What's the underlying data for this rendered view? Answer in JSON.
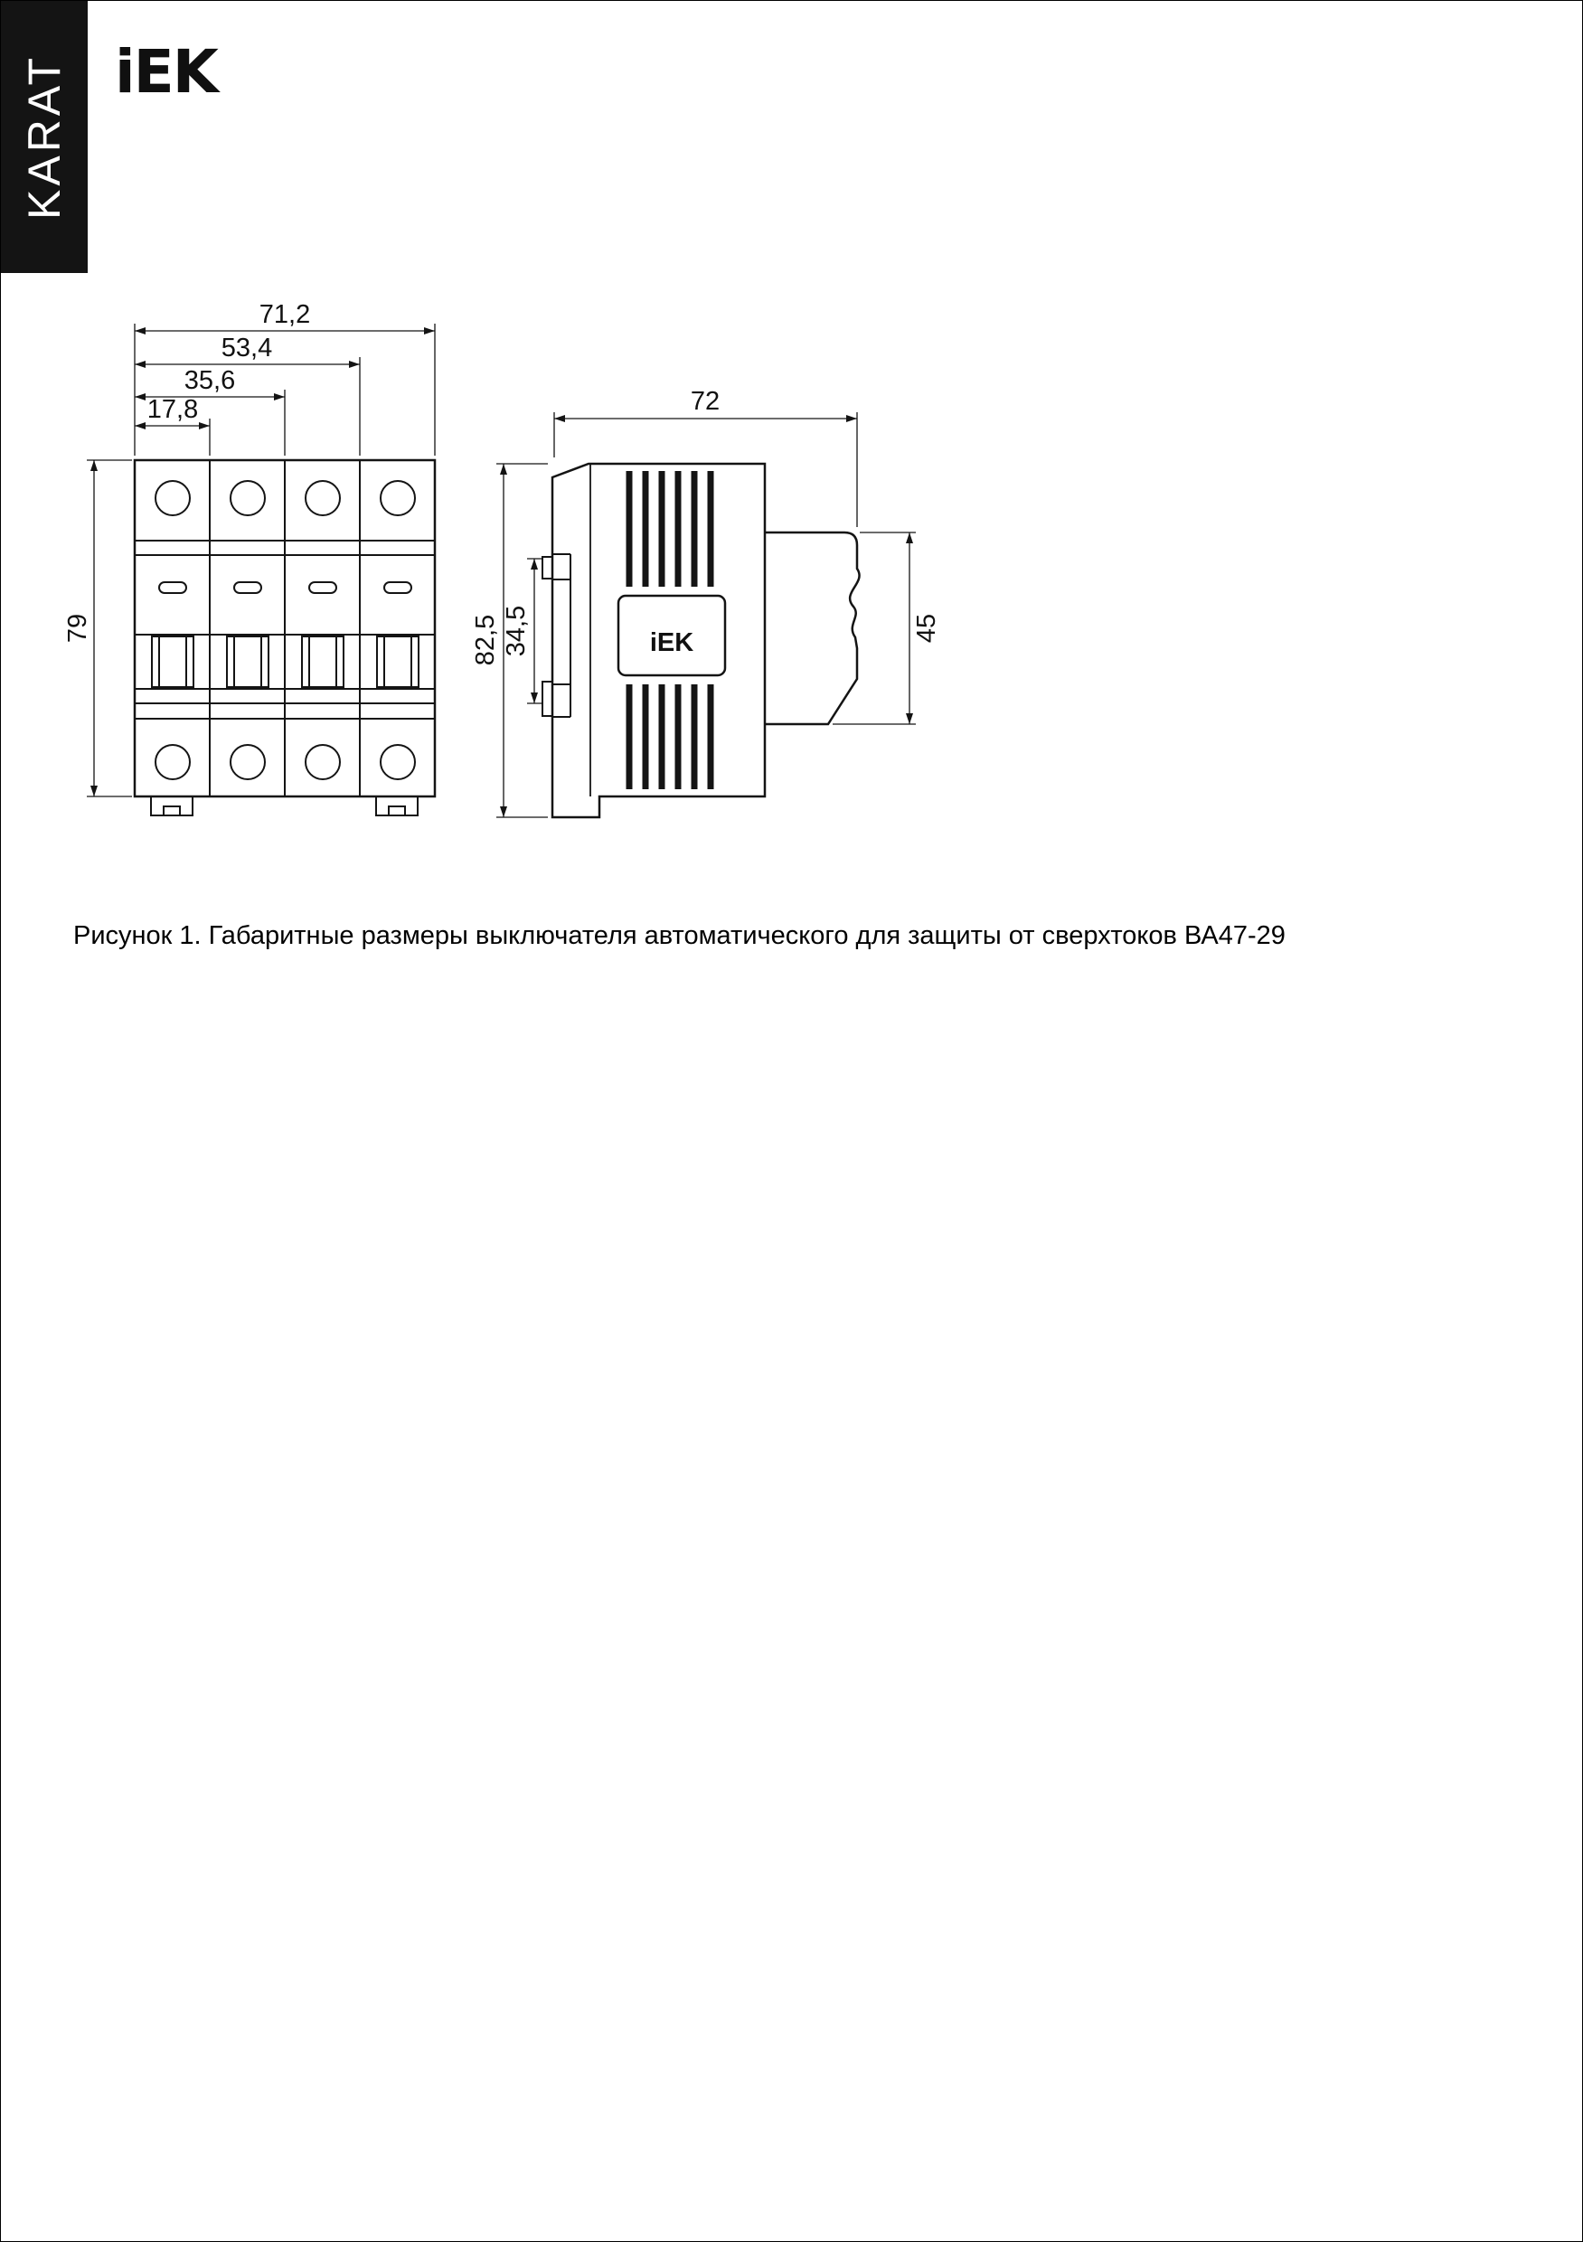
{
  "banner": {
    "text": "KARAT"
  },
  "logo": {
    "text": "iEK"
  },
  "drawing": {
    "front_view": {
      "dim_total_width": "71,2",
      "dim_width_3pole": "53,4",
      "dim_width_2pole": "35,6",
      "dim_width_1pole": "17,8",
      "dim_height": "79"
    },
    "side_view": {
      "dim_depth": "72",
      "dim_height": "82,5",
      "dim_rail_zone": "34,5",
      "dim_front_height": "45",
      "body_logo": "iEK"
    }
  },
  "caption": {
    "text": "Рисунок 1. Габаритные размеры выключателя автоматического для защиты от сверхтоков ВА47-29"
  }
}
